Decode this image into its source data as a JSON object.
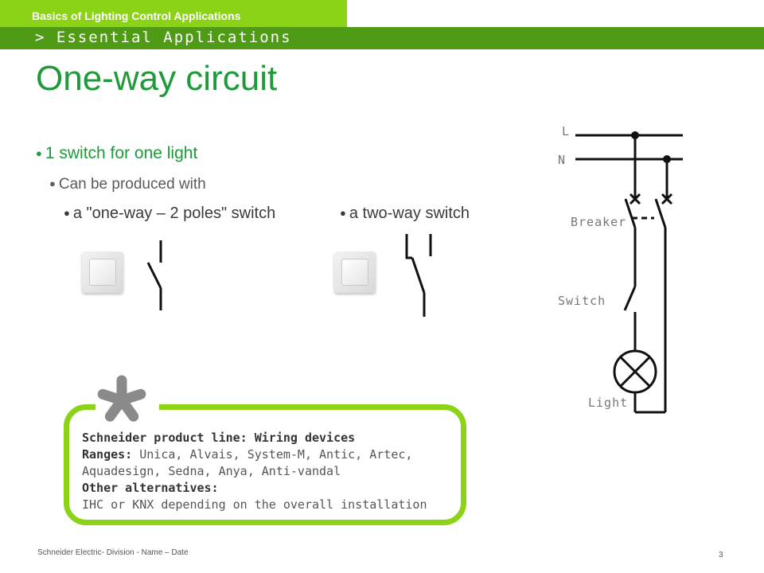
{
  "header": {
    "top_label": "Basics of Lighting Control Applications",
    "section_label": "> Essential Applications"
  },
  "page_title": "One-way circuit",
  "bullets": {
    "level1": "1 switch for one light",
    "level2": "Can be produced with",
    "option_one": "a \"one-way – 2 poles\" switch",
    "option_two": "a two-way switch"
  },
  "diagram": {
    "label_l": "L",
    "label_n": "N",
    "label_breaker": "Breaker",
    "label_switch": "Switch",
    "label_light": "Light"
  },
  "note": {
    "line1": "Schneider product line: Wiring devices",
    "ranges_label": "Ranges:",
    "ranges_text": " Unica, Alvais, System-M, Antic, Artec, Aquadesign, Sedna, Anya, Anti-vandal",
    "alternatives_label": "Other alternatives:",
    "alternatives_text": "IHC or KNX depending on the overall installation"
  },
  "footer": {
    "left": "Schneider Electric- Division - Name – Date",
    "page_number": "3"
  },
  "colors": {
    "light_green": "#8cd318",
    "dark_green": "#4f9b16",
    "title_green": "#1f9a3a"
  }
}
